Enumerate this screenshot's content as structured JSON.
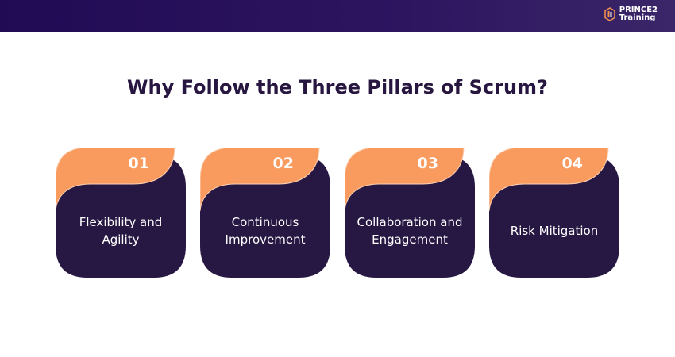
{
  "header": {
    "logo": {
      "line1": "PRINCE2",
      "line2": "Training"
    }
  },
  "title": "Why Follow the Three Pillars of Scrum?",
  "colors": {
    "accent": "#f99a5e",
    "card": "#271743",
    "header": "#210b55"
  },
  "cards": [
    {
      "number": "01",
      "label": "Flexibility and Agility"
    },
    {
      "number": "02",
      "label": "Continuous Improvement"
    },
    {
      "number": "03",
      "label": "Collaboration and Engagement"
    },
    {
      "number": "04",
      "label": "Risk Mitigation"
    }
  ]
}
